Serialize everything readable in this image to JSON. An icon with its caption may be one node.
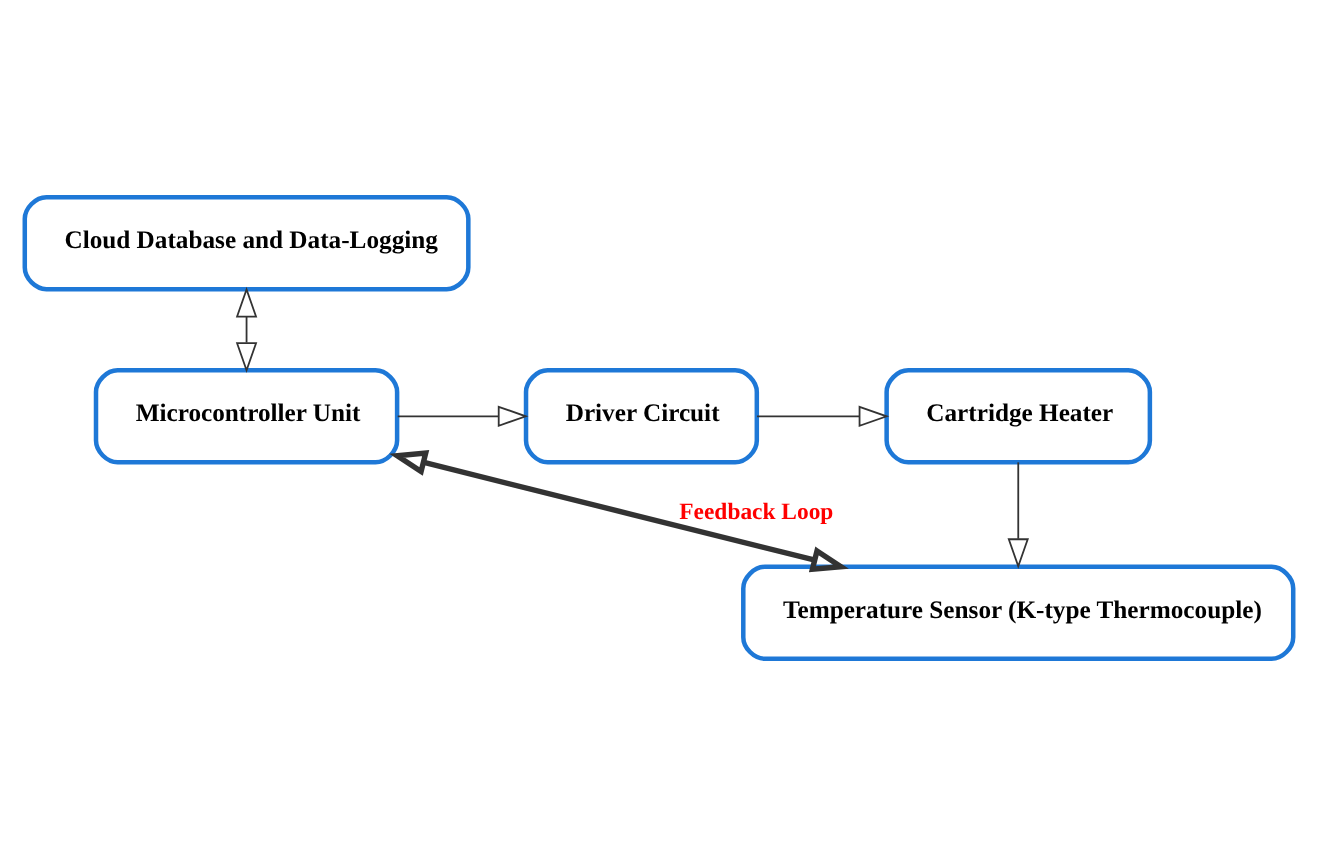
{
  "diagram": {
    "nodes": [
      {
        "text": [
          "Cloud Database and Data-Logging"
        ]
      },
      {
        "text": [
          "Microcontroller Unit"
        ]
      },
      {
        "text": [
          "Driver Circuit"
        ]
      },
      {
        "text": [
          "Cartridge Heater"
        ]
      },
      {
        "text": [
          "Temperature Sensor (K-type Thermocouple)"
        ]
      }
    ],
    "edges": [
      {
        "from": 0,
        "to": 1,
        "arrow": "both"
      },
      {
        "from": 1,
        "to": 2,
        "arrow": "to"
      },
      {
        "from": 2,
        "to": 3,
        "arrow": "to"
      },
      {
        "from": 3,
        "to": 4,
        "arrow": "to"
      },
      {
        "from": 4,
        "to": 1,
        "arrow": "both",
        "label": "Feedback Loop",
        "style": "thick"
      }
    ]
  }
}
